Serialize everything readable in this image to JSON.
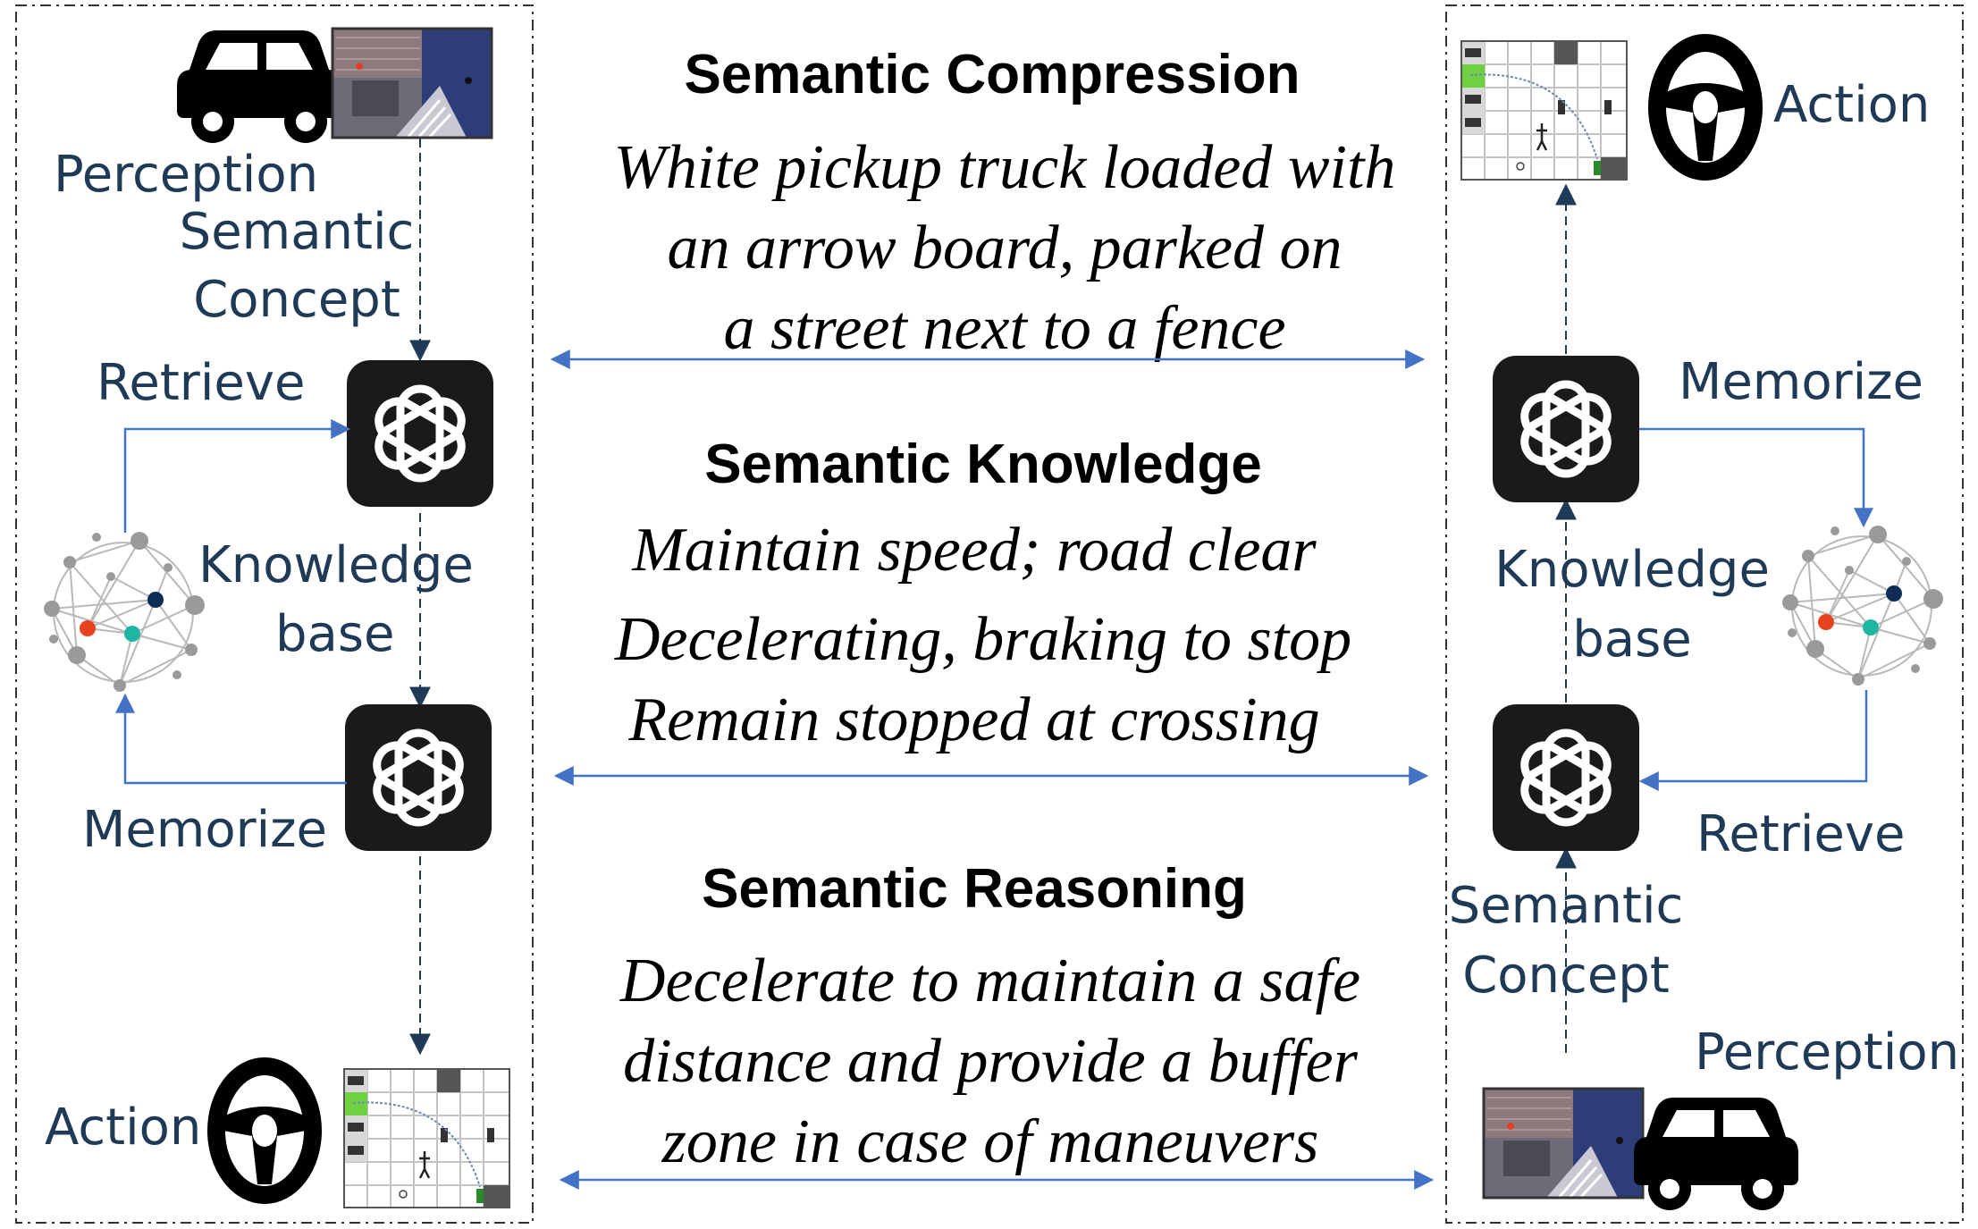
{
  "left": {
    "perception": "Perception",
    "semantic_concept": [
      "Semantic",
      "Concept"
    ],
    "retrieve": "Retrieve",
    "knowledge_base": [
      "Knowledge",
      "base"
    ],
    "memorize": "Memorize",
    "action": "Action"
  },
  "right": {
    "action": "Action",
    "memorize": "Memorize",
    "knowledge_base": [
      "Knowledge",
      "base"
    ],
    "retrieve": "Retrieve",
    "semantic_concept": [
      "Semantic",
      "Concept"
    ],
    "perception": "Perception"
  },
  "center": {
    "compression": {
      "heading": "Semantic Compression",
      "lines": [
        "White pickup truck loaded with",
        "an arrow board, parked on",
        "a street next to a fence"
      ]
    },
    "knowledge": {
      "heading": "Semantic Knowledge",
      "lines": [
        "Maintain speed; road clear",
        "Decelerating, braking to stop",
        "Remain stopped at crossing"
      ]
    },
    "reasoning": {
      "heading": "Semantic Reasoning",
      "lines": [
        "Decelerate to maintain a safe",
        "distance and provide a buffer",
        "zone in case of maneuvers"
      ]
    }
  },
  "colors": {
    "arrow": "#4472c4",
    "label": "#1f3a56",
    "ai_tile": "#1a1a1a",
    "node_red": "#e8431f",
    "node_teal": "#1fb5a3",
    "node_navy": "#0d2c54",
    "map_green": "#6fd13f"
  },
  "icons": [
    "car-icon",
    "steering-wheel-icon",
    "openai-logo-icon",
    "knowledge-graph-icon",
    "aerial-map-icon",
    "grid-map-icon"
  ]
}
